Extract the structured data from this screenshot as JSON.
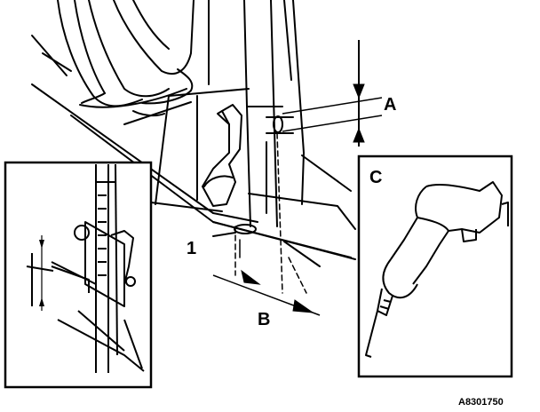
{
  "labels": {
    "a": "A",
    "b": "B",
    "c": "C",
    "part_1": "1",
    "figure_code": "A8301750"
  },
  "colors": {
    "ink": "#000000",
    "paper": "#ffffff"
  },
  "icons": {
    "caliper": "height-gauge-icon",
    "drill": "hand-drill-icon"
  }
}
